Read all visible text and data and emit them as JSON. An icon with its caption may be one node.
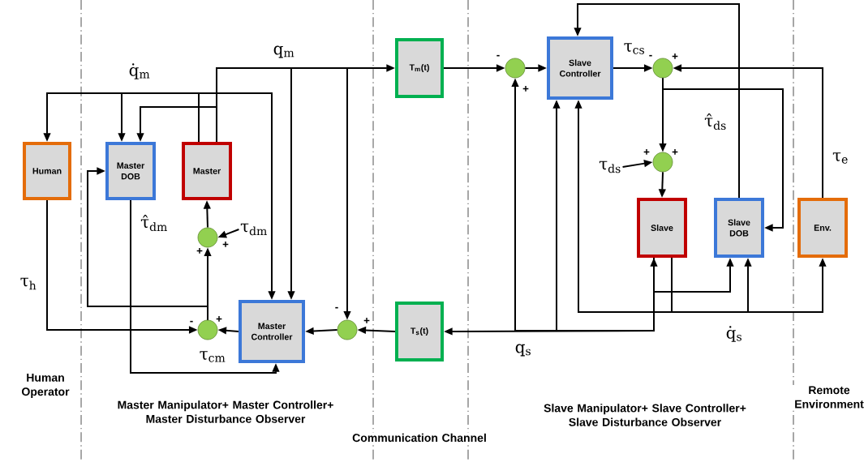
{
  "diagram": {
    "nodes": [
      {
        "text": [
          "Human"
        ]
      },
      {
        "text": [
          "Master DOB"
        ]
      },
      {
        "text": [
          "Master"
        ]
      },
      {
        "text": [
          "Master Controller"
        ]
      },
      {
        "text": [
          "T$_{m}$(t)"
        ]
      },
      {
        "text": [
          "T$_{s}$(t)"
        ]
      },
      {
        "text": [
          "Slave Controller"
        ]
      },
      {
        "text": [
          "Slave"
        ]
      },
      {
        "text": [
          "Slave DOB"
        ]
      },
      {
        "text": [
          "Env."
        ]
      },
      {
        "text": [],
        "shape": "circle"
      },
      {
        "text": [],
        "shape": "circle"
      },
      {
        "text": [],
        "shape": "circle"
      },
      {
        "text": [],
        "shape": "circle"
      },
      {
        "text": [],
        "shape": "circle"
      },
      {
        "text": [],
        "shape": "circle"
      },
      {
        "text": [
          "τ$_{dm}$"
        ]
      },
      {
        "text": [
          "τ$_{ds}$"
        ]
      }
    ],
    "edges": [
      {
        "from": 2,
        "to": 4,
        "arrow": "to",
        "label": "q$_{m}$"
      },
      {
        "from": 2,
        "to": 3,
        "arrow": "to"
      },
      {
        "from": 2,
        "to": 12,
        "arrow": "to"
      },
      {
        "from": 2,
        "to": 1,
        "arrow": "to"
      },
      {
        "from": 2,
        "to": 0,
        "arrow": "to",
        "label": "q̇$_{m}$"
      },
      {
        "from": 2,
        "to": 1,
        "arrow": "to"
      },
      {
        "from": 2,
        "to": 3,
        "arrow": "to"
      },
      {
        "from": 0,
        "to": 11,
        "arrow": "to",
        "label": "τ$_{h}$"
      },
      {
        "from": 3,
        "to": 11,
        "arrow": "to",
        "label": "τ$_{cm}$"
      },
      {
        "from": 11,
        "to": 10,
        "arrow": "to"
      },
      {
        "from": 11,
        "to": 1,
        "arrow": "to"
      },
      {
        "from": 10,
        "to": 2,
        "arrow": "to"
      },
      {
        "from": 16,
        "to": 10,
        "arrow": "to"
      },
      {
        "from": 1,
        "to": 3,
        "arrow": "to",
        "label": "τ̂$_{dm}$"
      },
      {
        "from": 5,
        "to": 12,
        "arrow": "to"
      },
      {
        "from": 12,
        "to": 3,
        "arrow": "to"
      },
      {
        "from": 4,
        "to": 13,
        "arrow": "to"
      },
      {
        "from": 13,
        "to": 6,
        "arrow": "to"
      },
      {
        "from": 6,
        "to": 14,
        "arrow": "to",
        "label": "τ$_{cs}$"
      },
      {
        "from": 9,
        "to": 14,
        "arrow": "to",
        "label": "τ$_{e}$"
      },
      {
        "from": 14,
        "to": 15,
        "arrow": "to"
      },
      {
        "from": 14,
        "to": 8,
        "arrow": "to"
      },
      {
        "from": 17,
        "to": 15,
        "arrow": "to"
      },
      {
        "from": 15,
        "to": 7,
        "arrow": "to"
      },
      {
        "from": 8,
        "to": 6,
        "arrow": "to",
        "label": "τ̂$_{ds}$"
      },
      {
        "from": 7,
        "to": 5,
        "arrow": "both",
        "label": "q$_{s}$"
      },
      {
        "from": 7,
        "to": 13,
        "arrow": "to"
      },
      {
        "from": 7,
        "to": 6,
        "arrow": "to"
      },
      {
        "from": 7,
        "to": 8,
        "arrow": "to"
      },
      {
        "from": 7,
        "to": 8,
        "arrow": "to"
      },
      {
        "from": 7,
        "to": 9,
        "arrow": "to",
        "label": "q̇$_{s}$"
      },
      {
        "from": 7,
        "to": 6,
        "arrow": "to"
      }
    ],
    "labels": [
      "-",
      "-",
      "+",
      "+",
      "+",
      "+",
      "+",
      "+",
      "-",
      "-",
      "+",
      "+",
      "Human Operator",
      "Master Manipulator+ Master Controller+ Master Disturbance Observer",
      "Communication Channel",
      "Slave Manipulator+ Slave Controller+ Slave Disturbance Observer",
      "Remote Environment"
    ]
  }
}
